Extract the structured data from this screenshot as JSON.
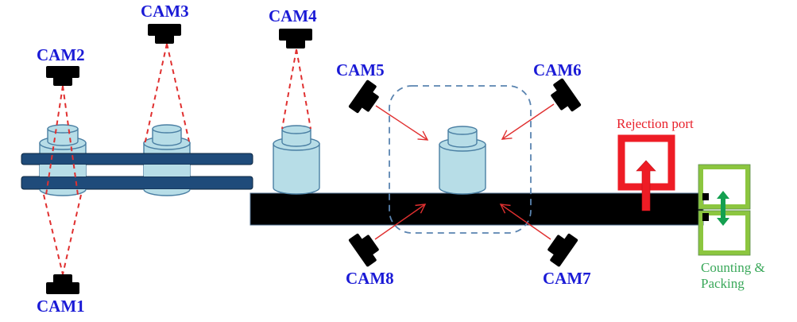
{
  "diagram": {
    "title": "Multi-camera bottle inspection line",
    "cameras": [
      {
        "id": "cam1",
        "label": "CAM1"
      },
      {
        "id": "cam2",
        "label": "CAM2"
      },
      {
        "id": "cam3",
        "label": "CAM3"
      },
      {
        "id": "cam4",
        "label": "CAM4"
      },
      {
        "id": "cam5",
        "label": "CAM5"
      },
      {
        "id": "cam6",
        "label": "CAM6"
      },
      {
        "id": "cam7",
        "label": "CAM7"
      },
      {
        "id": "cam8",
        "label": "CAM8"
      }
    ],
    "stations": {
      "rejection_port": {
        "label": "Rejection port",
        "color": "#ee1c25"
      },
      "counting_packing": {
        "line1": "Counting &",
        "line2": "Packing",
        "color": "#8cc63f",
        "arrow_color": "#14a050"
      }
    },
    "colors": {
      "camera": "#000000",
      "label": "#1a1ad6",
      "rail": "#1f4b7a",
      "bottle": "#b7dde7",
      "conveyor": "#000000",
      "field_of_view": "#e03030",
      "inspection_zone": "#5a84b0"
    }
  }
}
